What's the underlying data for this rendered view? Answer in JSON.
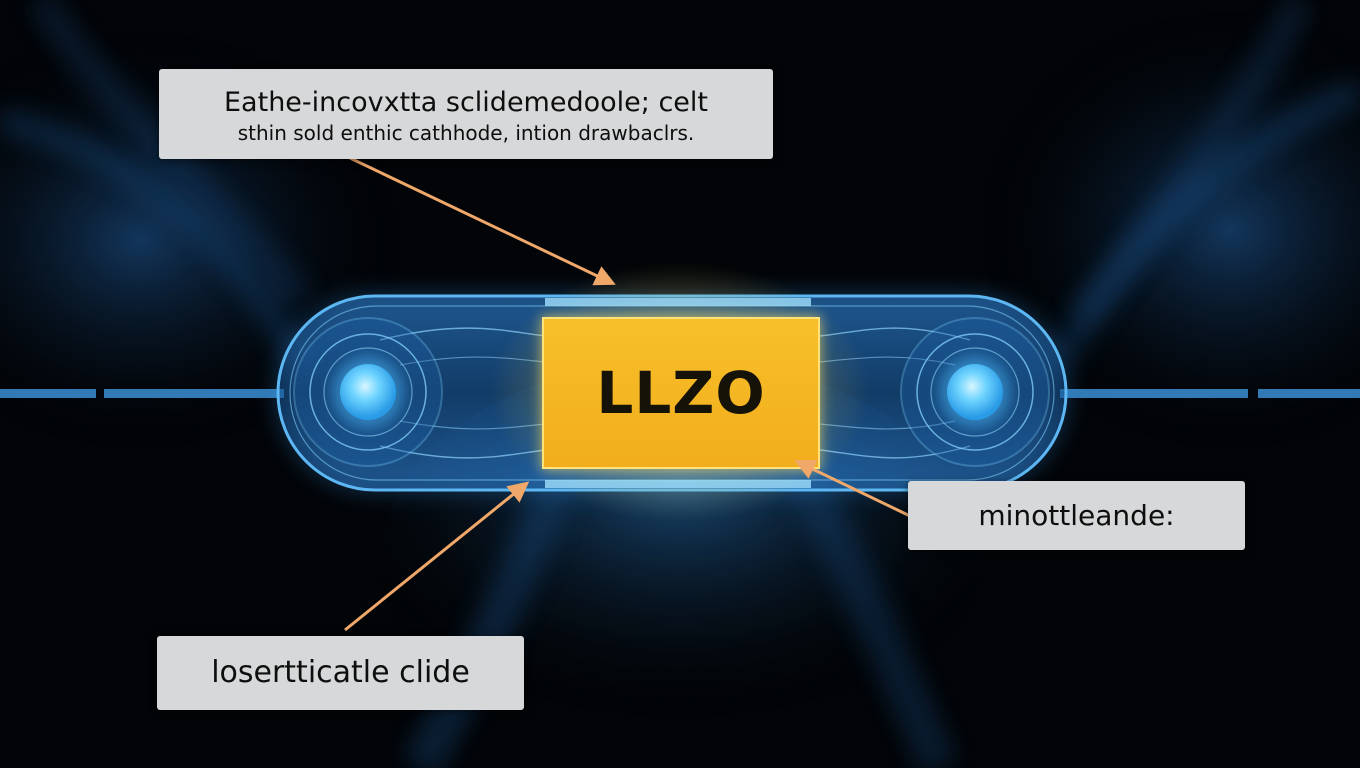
{
  "callouts": {
    "top": {
      "line1": "Eathe-incovxtta sclidemedoole; celt",
      "line2": "sthin sold enthic cathhode, intion drawbaclrs."
    },
    "right": "minottleande:",
    "bottom": "losertticatle clide"
  },
  "core_label": "LLZO",
  "colors": {
    "background": "#020407",
    "cell_blue": "#3aa7e8",
    "core_yellow": "#f4b623",
    "callout_bg": "#d7d8d9",
    "arrow": "#f0a86a"
  }
}
